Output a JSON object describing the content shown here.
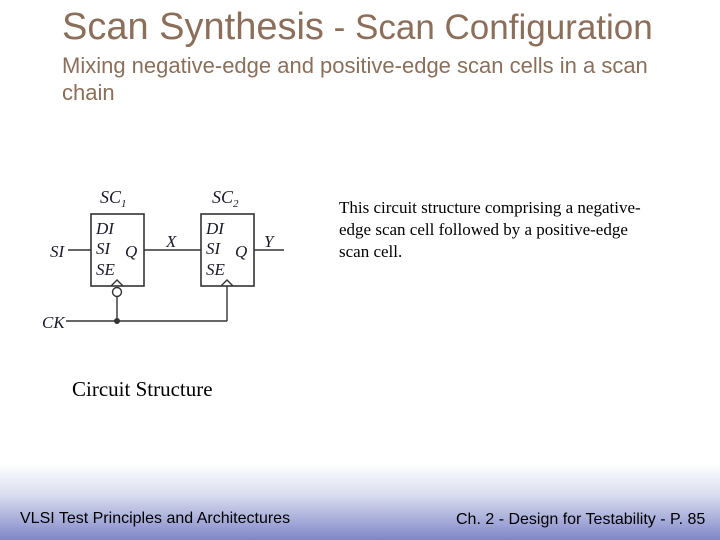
{
  "slide": {
    "title_main": "Scan Synthesis",
    "title_rest": " - Scan Configuration",
    "subtitle": "Mixing negative-edge and positive-edge scan cells in a scan chain",
    "description": "This circuit structure comprising a negative-edge scan cell followed by a positive-edge scan cell.",
    "caption": "Circuit Structure"
  },
  "circuit": {
    "cell1": {
      "name": "SC",
      "sub": "1",
      "pin_di": "DI",
      "pin_si": "SI",
      "pin_se": "SE",
      "pin_q": "Q"
    },
    "cell2": {
      "name": "SC",
      "sub": "2",
      "pin_di": "DI",
      "pin_si": "SI",
      "pin_se": "SE",
      "pin_q": "Q"
    },
    "input_label": "SI",
    "mid_label": "X",
    "output_label": "Y",
    "clock_label": "CK"
  },
  "footer": {
    "left": "VLSI Test Principles and Architectures",
    "right": "Ch. 2 - Design for Testability - P. 85"
  }
}
